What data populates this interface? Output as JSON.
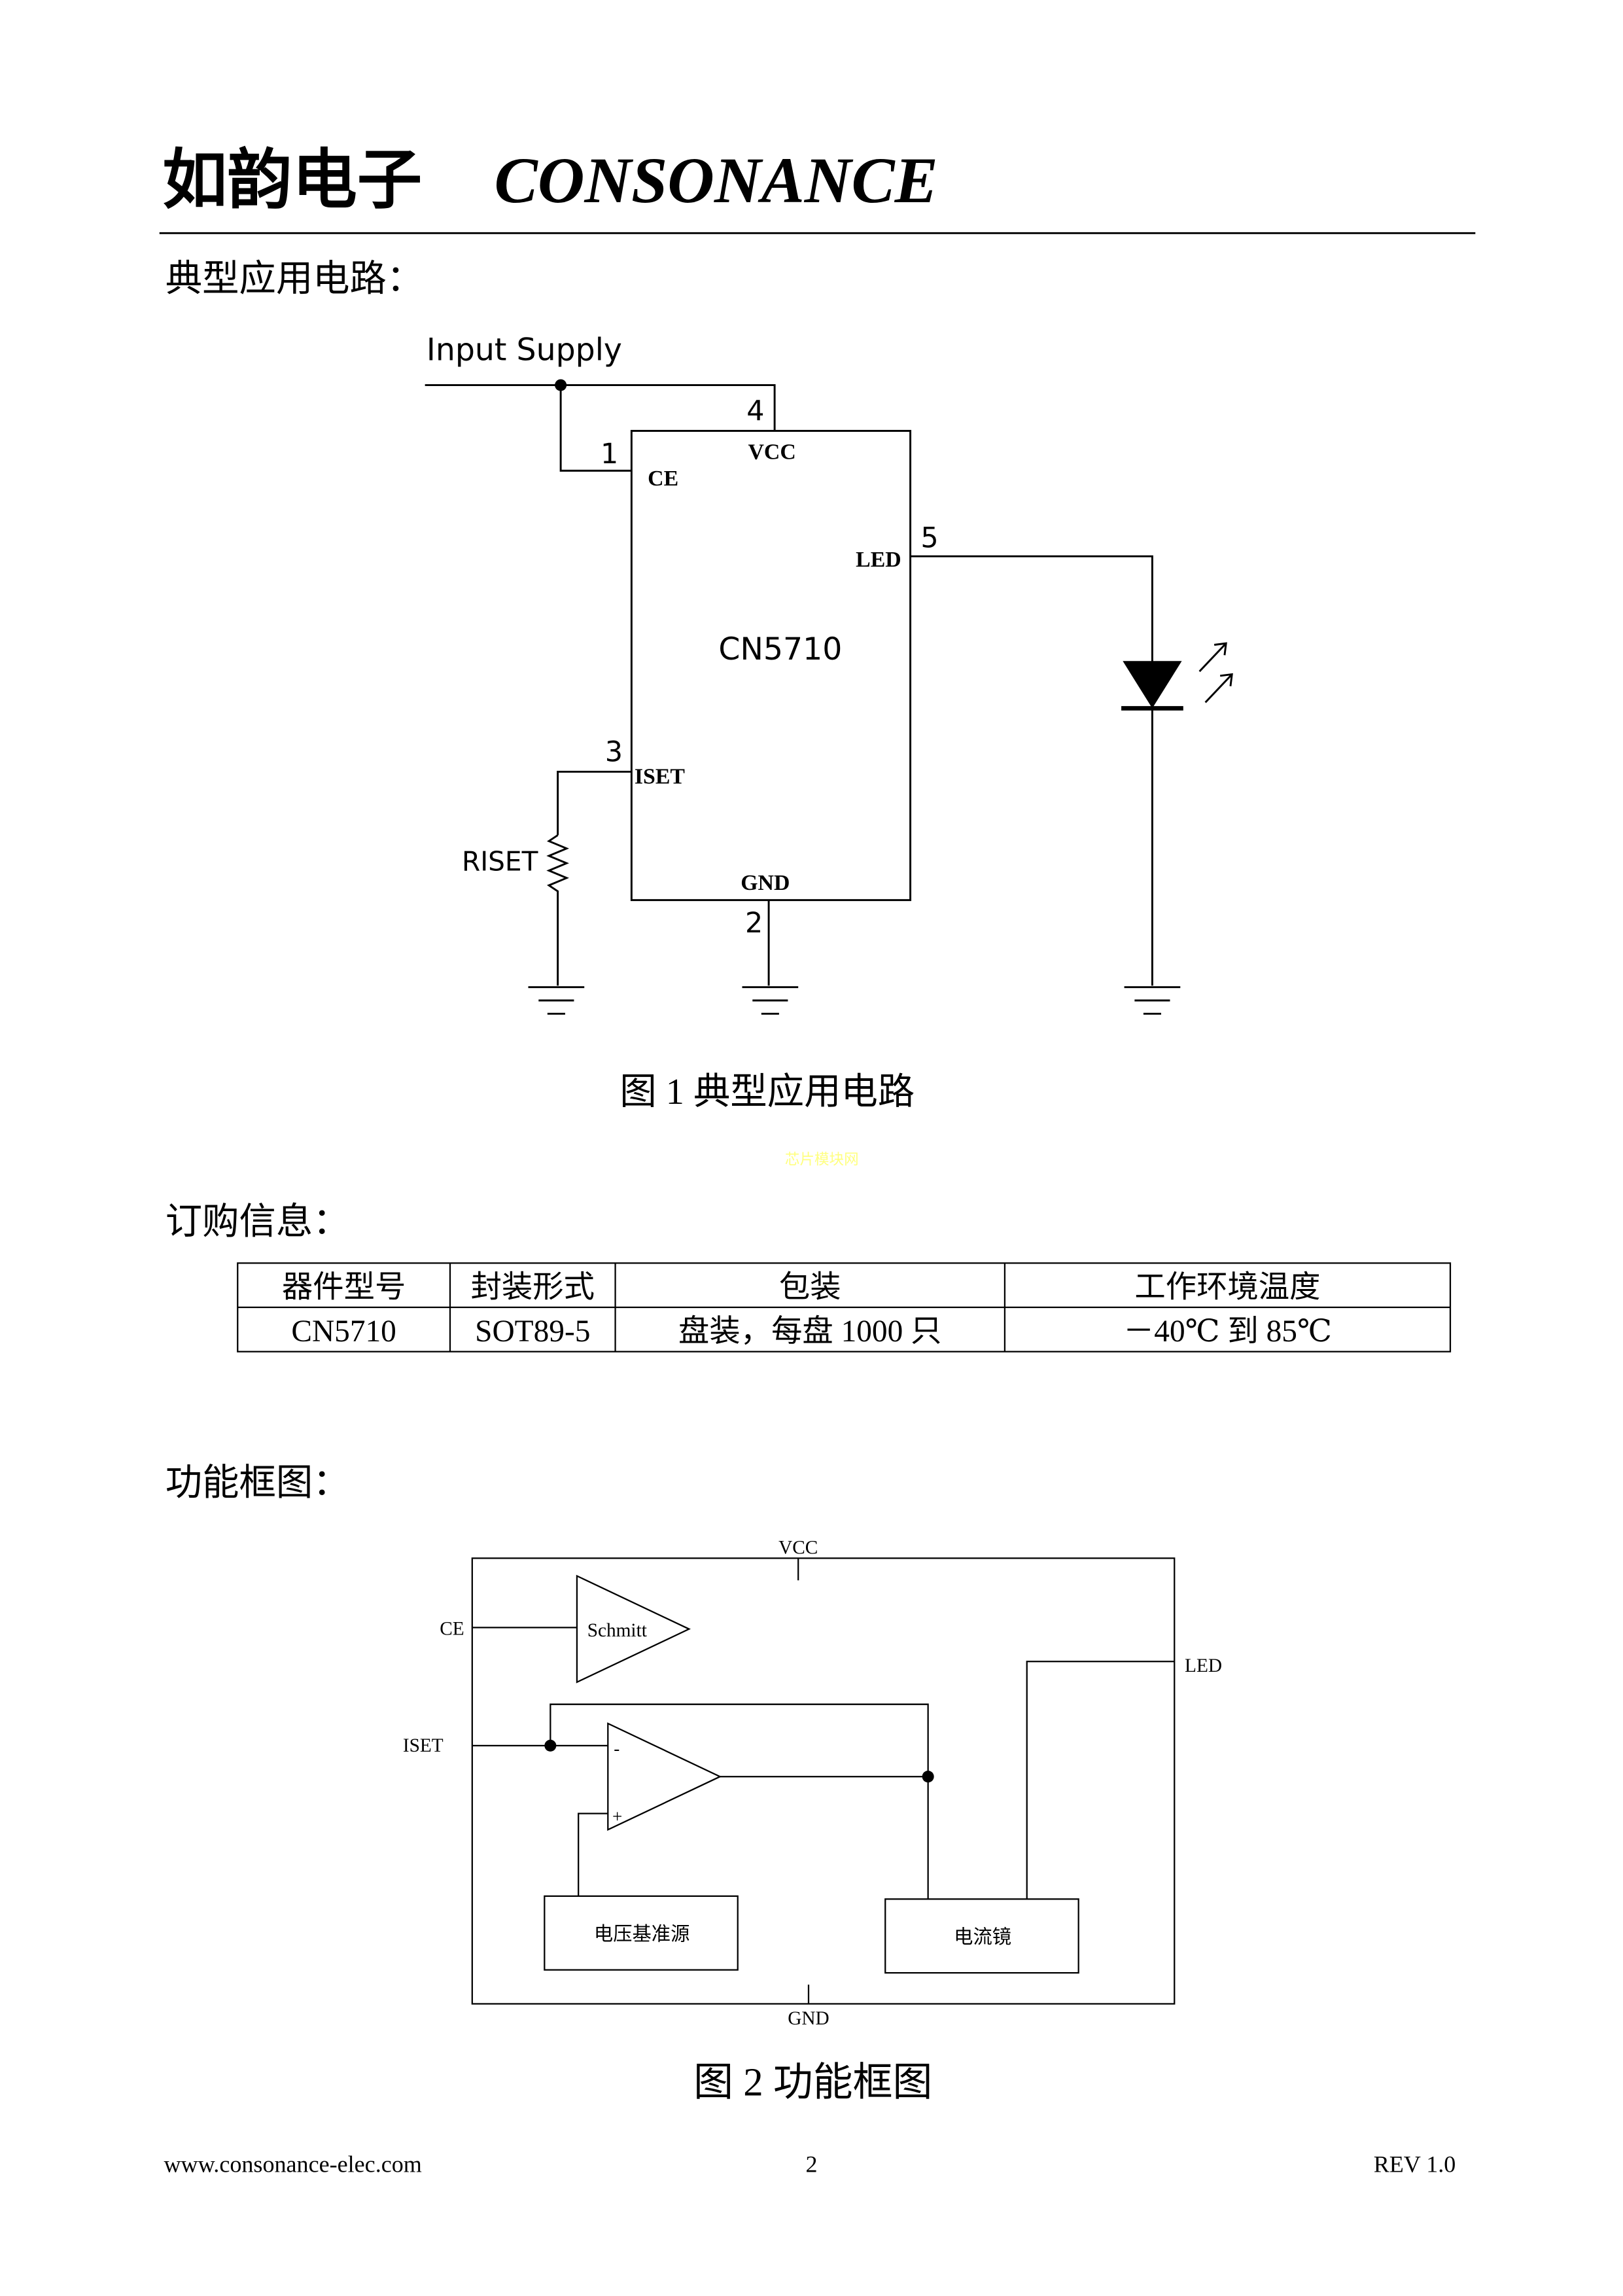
{
  "header": {
    "brand_cn": "如韵电子",
    "brand_en": "CONSONANCE"
  },
  "section1": {
    "title": "典型应用电路：",
    "circuit": {
      "supply_label": "Input Supply",
      "chip_name": "CN5710",
      "pins": [
        {
          "num": "1",
          "name": "CE"
        },
        {
          "num": "2",
          "name": "GND"
        },
        {
          "num": "3",
          "name": "ISET"
        },
        {
          "num": "4",
          "name": "VCC"
        },
        {
          "num": "5",
          "name": "LED"
        }
      ],
      "resistor_label": "RISET"
    },
    "caption": "图 1    典型应用电路"
  },
  "watermark": "芯片模块网",
  "section2": {
    "title": "订购信息：",
    "table": {
      "headers": [
        "器件型号",
        "封装形式",
        "包装",
        "工作环境温度"
      ],
      "rows": [
        [
          "CN5710",
          "SOT89-5",
          "盘装，每盘 1000 只",
          "－40℃  到  85℃"
        ]
      ]
    }
  },
  "section3": {
    "title": "功能框图：",
    "diagram": {
      "vcc": "VCC",
      "gnd": "GND",
      "ce": "CE",
      "iset": "ISET",
      "led": "LED",
      "schmitt": "Schmitt",
      "minus": "-",
      "plus": "+",
      "vref": "电压基准源",
      "mirror": "电流镜"
    },
    "caption": "图 2  功能框图"
  },
  "footer": {
    "website": "www.consonance-elec.com",
    "page": "2",
    "rev": "REV 1.0"
  },
  "colors": {
    "watermark": "#ffff80",
    "ink": "#000000"
  }
}
